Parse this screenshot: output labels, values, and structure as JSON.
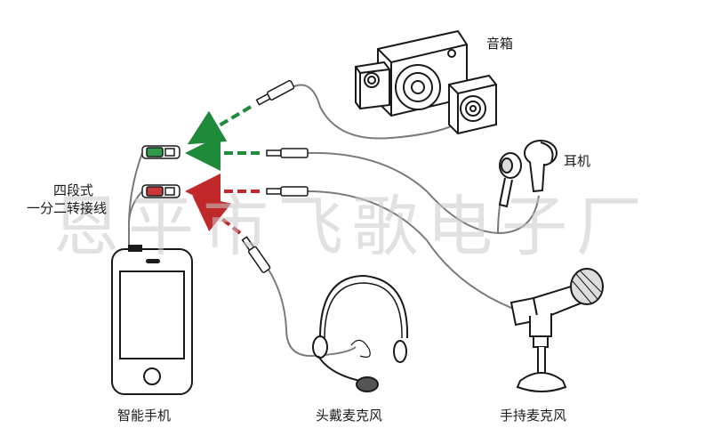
{
  "labels": {
    "speaker": "音箱",
    "earphones": "耳机",
    "adapter_line1": "四段式",
    "adapter_line2": "一分二转接线",
    "phone": "智能手机",
    "headset_mic": "头戴麦克风",
    "handheld_mic": "手持麦克风"
  },
  "watermark": "恩平市飞歌电子厂",
  "colors": {
    "line": "#1a1a1a",
    "cable": "#7a7a7a",
    "green_arrow": "#1f8a3a",
    "red_arrow": "#c0282a",
    "watermark": "#c8c8c8"
  },
  "icons": [
    "speaker-icon",
    "earphones-icon",
    "splitter-cable-icon",
    "smartphone-icon",
    "headset-mic-icon",
    "handheld-mic-icon",
    "audio-plug-icon"
  ]
}
